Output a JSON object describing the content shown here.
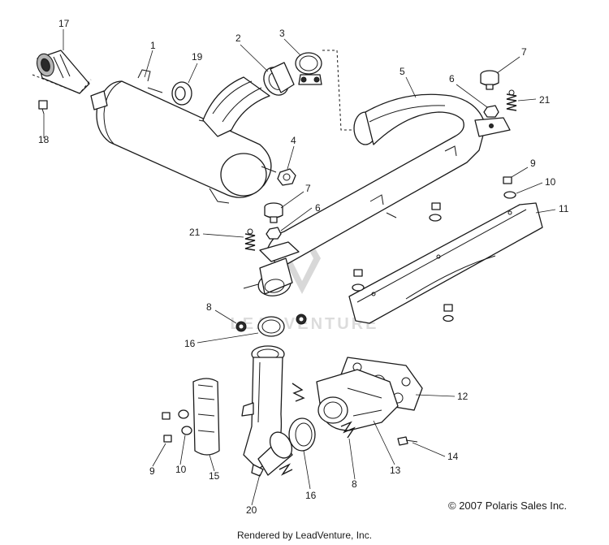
{
  "callouts": [
    "17",
    "1",
    "2",
    "3",
    "19",
    "7",
    "5",
    "6",
    "21",
    "18",
    "4",
    "7",
    "6",
    "9",
    "10",
    "11",
    "21",
    "8",
    "16",
    "12",
    "14",
    "9",
    "10",
    "15",
    "20",
    "16",
    "8",
    "13"
  ],
  "watermark": "LEADVENTURE",
  "copyright": "© 2007 Polaris Sales Inc.",
  "footer": "Rendered by LeadVenture, Inc."
}
